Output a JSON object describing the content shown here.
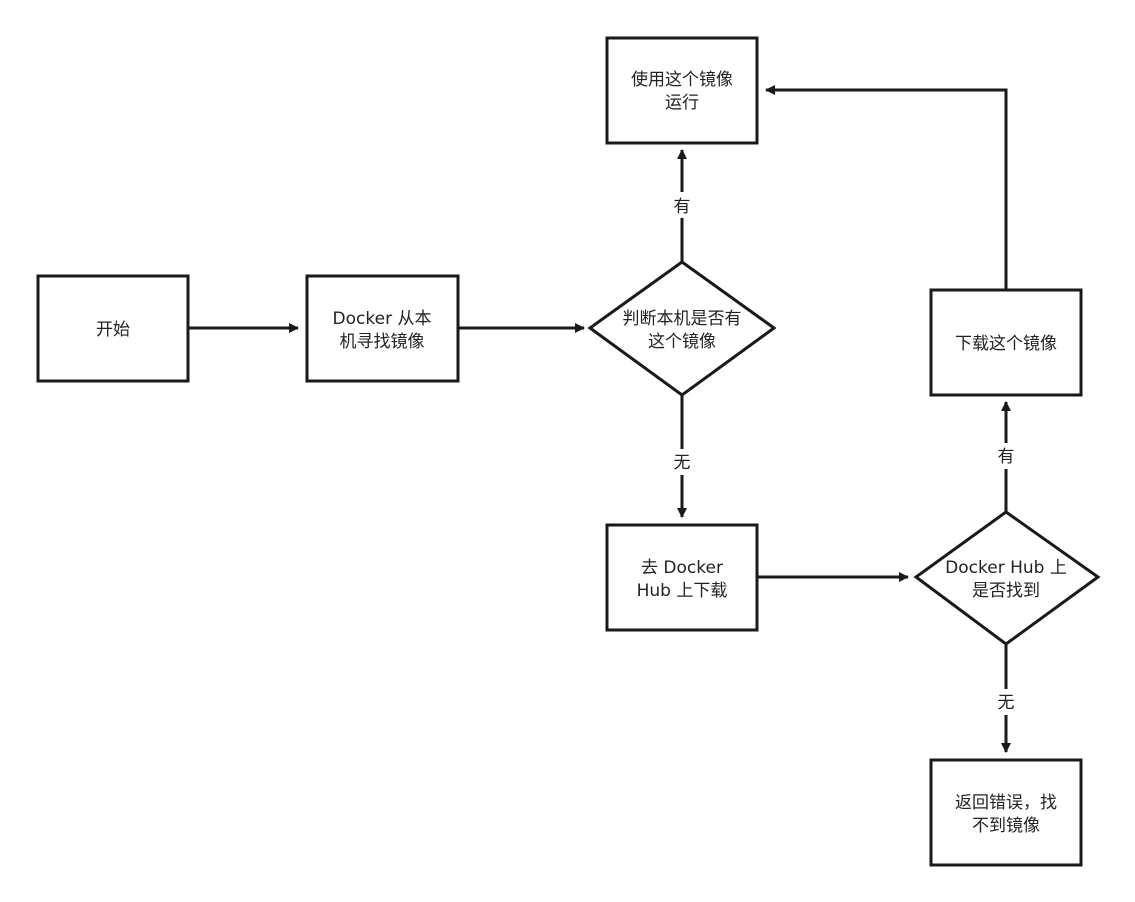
{
  "diagram": {
    "colors": {
      "stroke": "#1a1a1a",
      "fill": "#ffffff",
      "text": "#222222"
    },
    "nodes": {
      "start": {
        "shape": "rect",
        "lines": [
          "开始"
        ]
      },
      "docker_search": {
        "shape": "rect",
        "lines": [
          "Docker 从本",
          "机寻找镜像"
        ]
      },
      "local_check": {
        "shape": "diamond",
        "lines": [
          "判断本机是否有",
          "这个镜像"
        ]
      },
      "run_image": {
        "shape": "rect",
        "lines": [
          "使用这个镜像",
          "运行"
        ]
      },
      "hub_download": {
        "shape": "rect",
        "lines": [
          "去 Docker",
          "Hub 上下载"
        ]
      },
      "hub_check": {
        "shape": "diamond",
        "lines": [
          "Docker Hub 上",
          "是否找到"
        ]
      },
      "download_image": {
        "shape": "rect",
        "lines": [
          "下载这个镜像"
        ]
      },
      "error": {
        "shape": "rect",
        "lines": [
          "返回错误，找",
          "不到镜像"
        ]
      }
    },
    "edges": {
      "start_to_search": {
        "label": ""
      },
      "search_to_check": {
        "label": ""
      },
      "check_yes": {
        "label": "有"
      },
      "check_no": {
        "label": "无"
      },
      "hub_to_check": {
        "label": ""
      },
      "hub_yes": {
        "label": "有"
      },
      "hub_no": {
        "label": "无"
      },
      "download_to_run": {
        "label": ""
      }
    }
  }
}
